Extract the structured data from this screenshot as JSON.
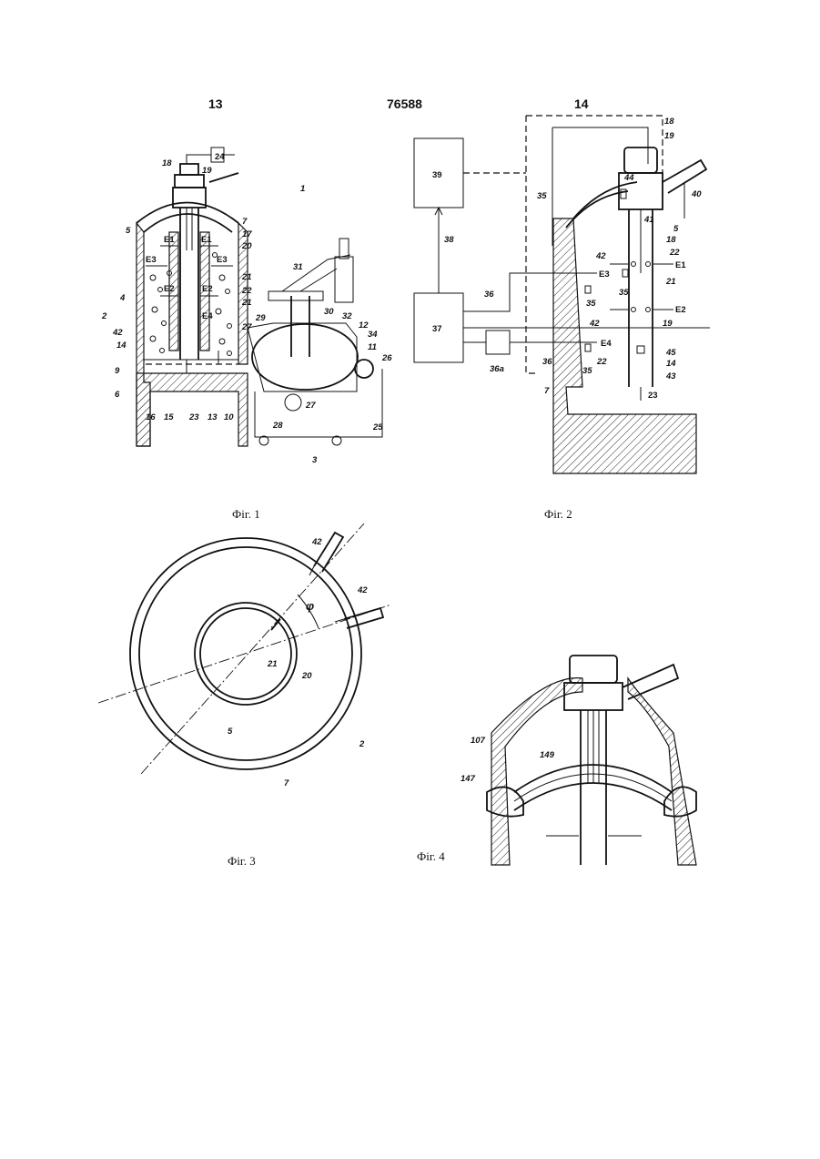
{
  "header": {
    "page_left": "13",
    "doc_number": "76588",
    "page_right": "14"
  },
  "figures": {
    "fig1": {
      "caption": "Фіг. 1",
      "labels": [
        "18",
        "24",
        "19",
        "1",
        "5",
        "7",
        "17",
        "20",
        "E1",
        "E1",
        "E3",
        "E3",
        "21",
        "E2",
        "E2",
        "22",
        "21",
        "E4",
        "27",
        "2",
        "4",
        "42",
        "14",
        "9",
        "6",
        "16",
        "15",
        "23",
        "13",
        "10",
        "31",
        "29",
        "30",
        "32",
        "12",
        "34",
        "11",
        "26",
        "27",
        "28",
        "25",
        "3"
      ]
    },
    "fig2": {
      "caption": "Фіг. 2",
      "labels": [
        "18",
        "19",
        "39",
        "44",
        "40",
        "35",
        "41",
        "5",
        "18",
        "22",
        "38",
        "42",
        "E3",
        "E1",
        "35",
        "35",
        "21",
        "36",
        "E2",
        "37",
        "42",
        "19",
        "E4",
        "36a",
        "36",
        "35",
        "22",
        "45",
        "14",
        "43",
        "7",
        "23"
      ]
    },
    "fig3": {
      "caption": "Фіг. 3",
      "labels": [
        "42",
        "42",
        "φ",
        "21",
        "20",
        "5",
        "2",
        "7"
      ]
    },
    "fig4": {
      "caption": "Фіг. 4",
      "labels": [
        "107",
        "149",
        "147"
      ]
    }
  }
}
